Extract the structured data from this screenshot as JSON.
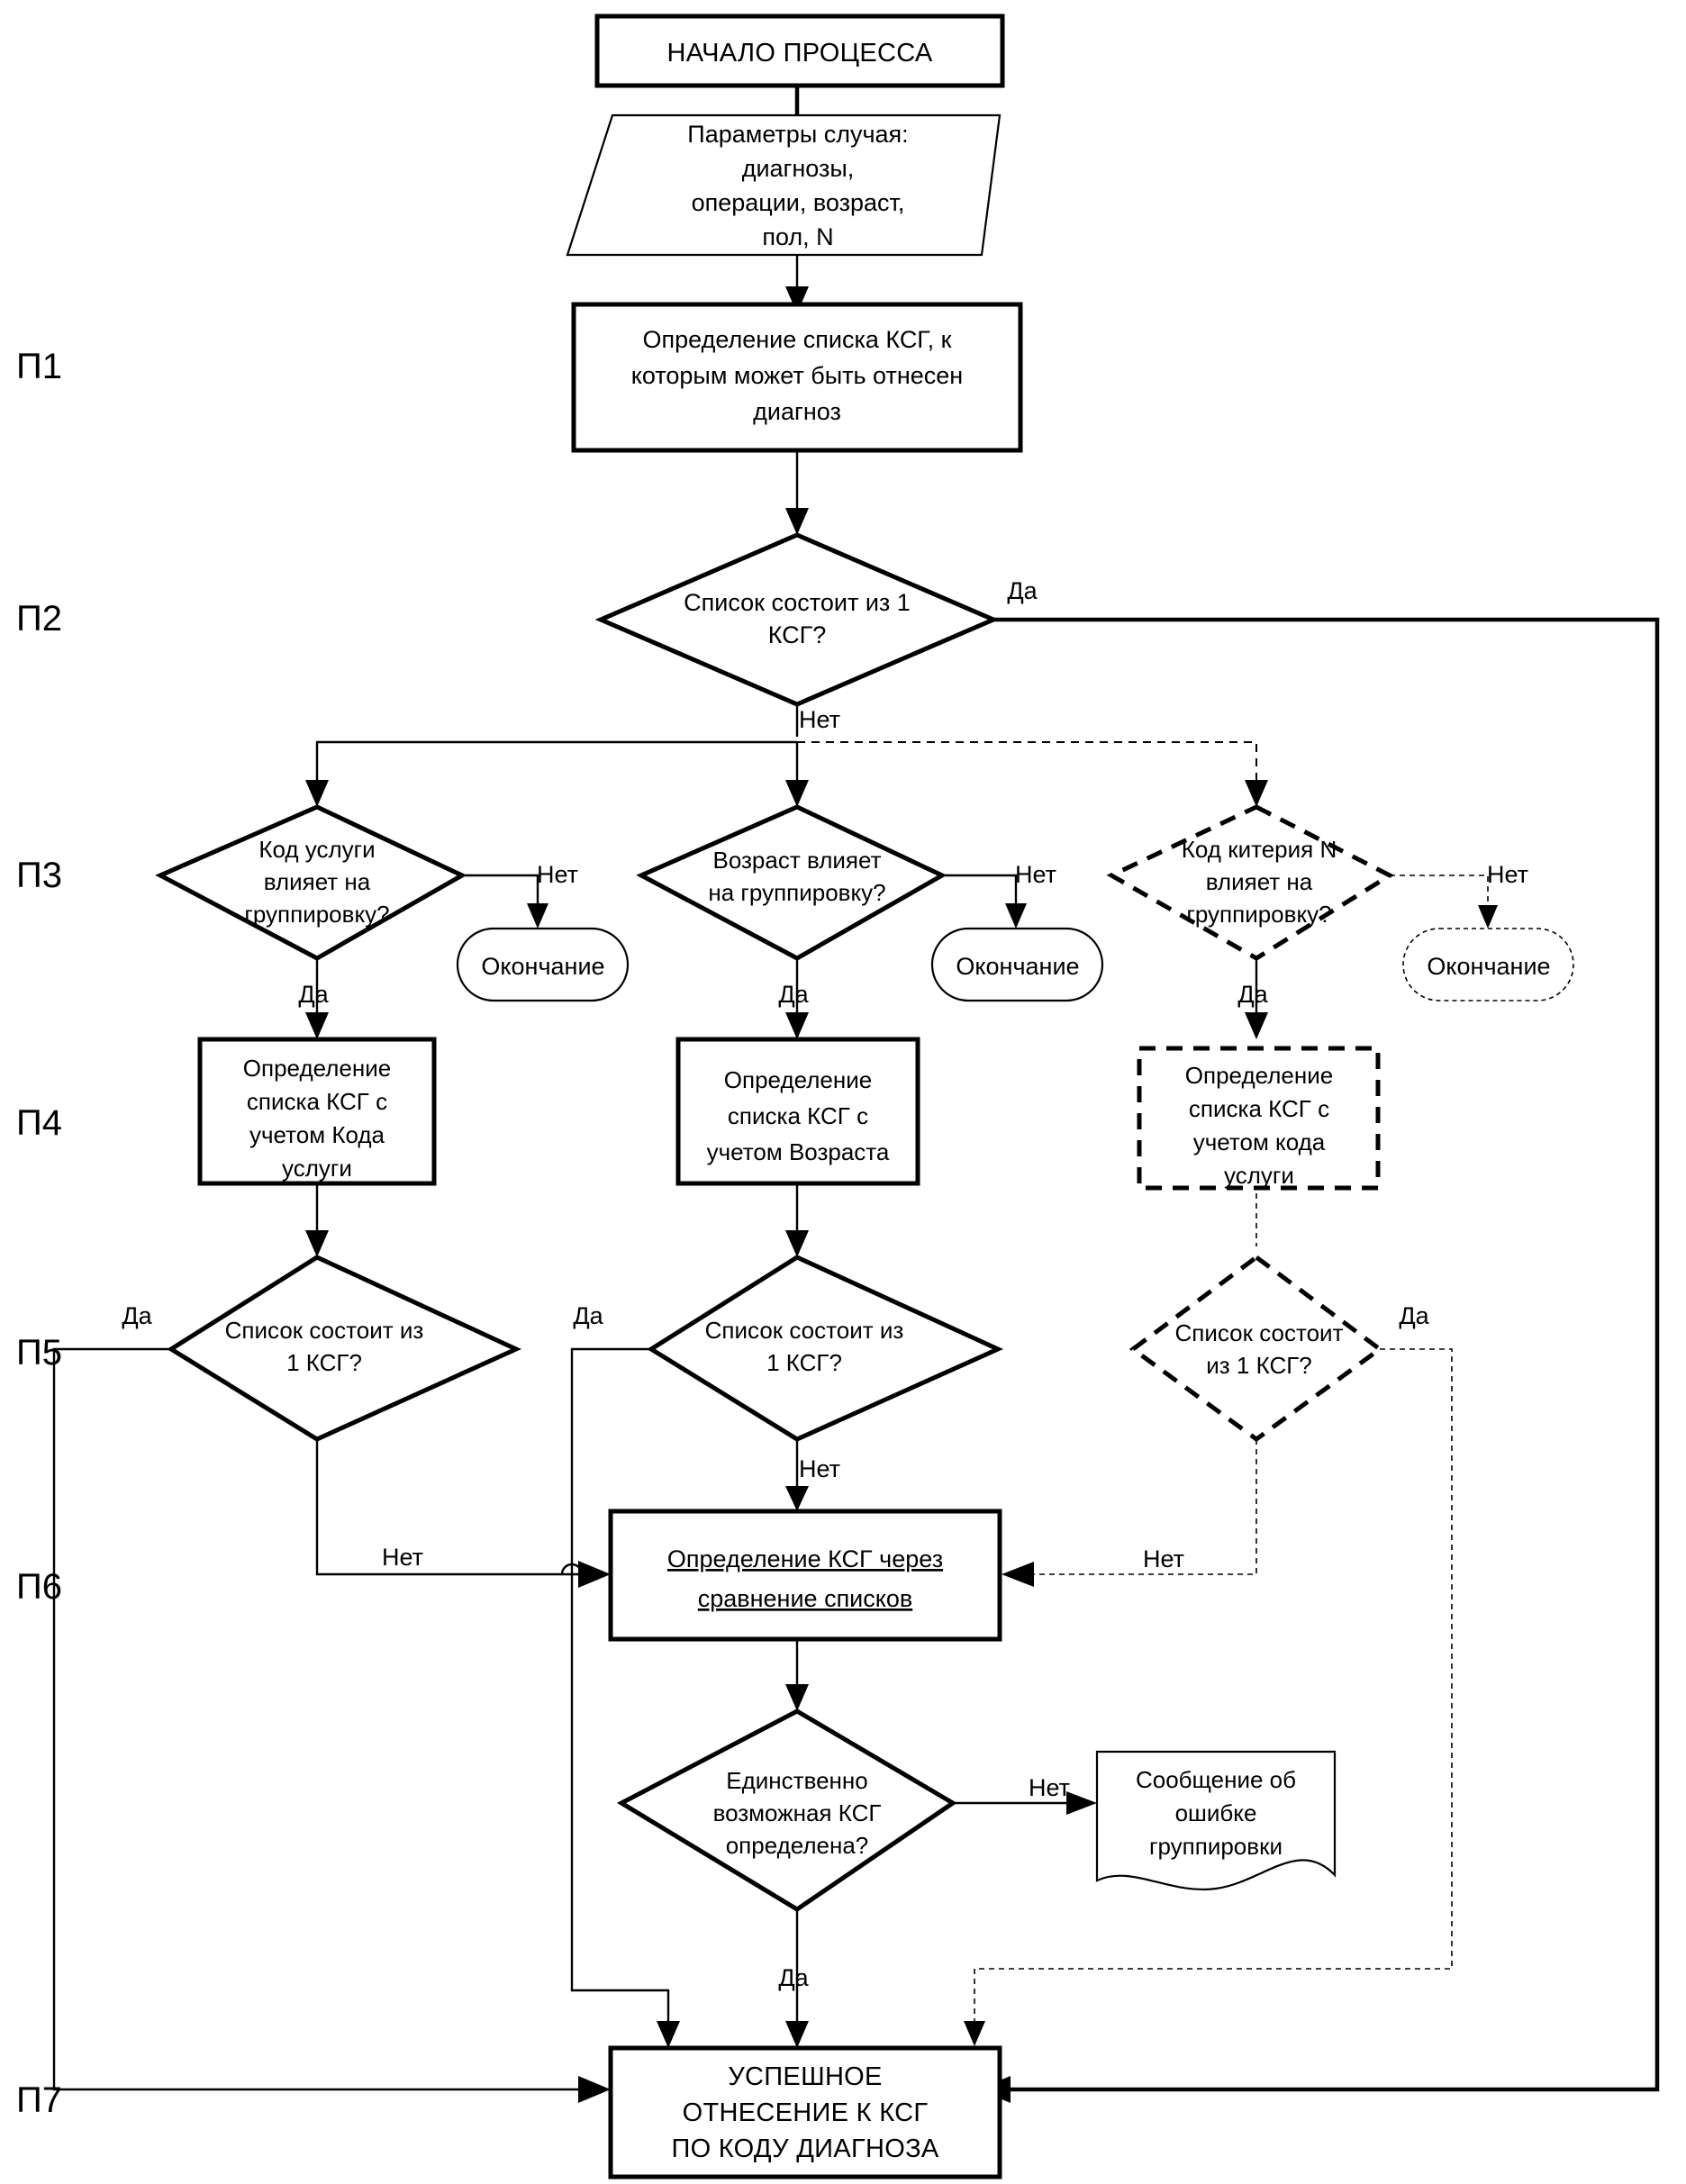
{
  "diagram": {
    "title": "Алгоритм отнесения случая к КСГ по коду диагноза",
    "language": "ru",
    "colors": {
      "stroke": "#000000",
      "fill": "#ffffff",
      "text": "#000000"
    }
  },
  "stage_labels": [
    {
      "id": "p1",
      "label": "П1"
    },
    {
      "id": "p2",
      "label": "П2"
    },
    {
      "id": "p3",
      "label": "П3"
    },
    {
      "id": "p4",
      "label": "П4"
    },
    {
      "id": "p5",
      "label": "П5"
    },
    {
      "id": "p6",
      "label": "П6"
    },
    {
      "id": "p7",
      "label": "П7"
    }
  ],
  "nodes": {
    "start": {
      "shape": "terminator",
      "text": "НАЧАЛО ПРОЦЕССА"
    },
    "input_params": {
      "shape": "parallelogram",
      "lines": [
        "Параметры случая:",
        "диагнозы,",
        "операции, возраст,",
        "пол, N"
      ]
    },
    "p1_process": {
      "shape": "process",
      "lines": [
        "Определение списка КСГ, к",
        "которым может быть отнесен",
        "диагноз"
      ]
    },
    "p2_decision": {
      "shape": "decision",
      "lines": [
        "Список состоит из 1",
        "КСГ?"
      ]
    },
    "p3_code": {
      "shape": "decision",
      "style": "solid",
      "lines": [
        "Код услуги",
        "влияет на",
        "группировку?"
      ]
    },
    "p3_age": {
      "shape": "decision",
      "style": "solid",
      "lines": [
        "Возраст влияет",
        "на группировку?"
      ]
    },
    "p3_criteria_n": {
      "shape": "decision",
      "style": "dashed",
      "lines": [
        "Код китерия N",
        "влияет на",
        "группировку?"
      ]
    },
    "end_code": {
      "shape": "rounded",
      "style": "solid",
      "text": "Окончание"
    },
    "end_age": {
      "shape": "rounded",
      "style": "solid",
      "text": "Окончание"
    },
    "end_criteria": {
      "shape": "rounded",
      "style": "dotted",
      "text": "Окончание"
    },
    "p4_code": {
      "shape": "process",
      "style": "solid",
      "lines": [
        "Определение",
        "списка КСГ с",
        "учетом Кода",
        "услуги"
      ]
    },
    "p4_age": {
      "shape": "process",
      "style": "solid",
      "lines": [
        "Определение",
        "списка КСГ с",
        "учетом Возраста"
      ]
    },
    "p4_criteria": {
      "shape": "process",
      "style": "dashed",
      "lines": [
        "Определение",
        "списка КСГ с",
        "учетом кода",
        "услуги"
      ]
    },
    "p5_code": {
      "shape": "decision",
      "style": "solid",
      "lines": [
        "Список состоит из",
        "1 КСГ?"
      ]
    },
    "p5_age": {
      "shape": "decision",
      "style": "solid",
      "lines": [
        "Список состоит из",
        "1 КСГ?"
      ]
    },
    "p5_criteria": {
      "shape": "decision",
      "style": "dashed",
      "lines": [
        "Список состоит",
        "из 1 КСГ?"
      ]
    },
    "p6_compare": {
      "shape": "process",
      "style": "solid",
      "lines": [
        "Определение КСГ через",
        "сравнение списков"
      ],
      "underlined": true
    },
    "p6_unique": {
      "shape": "decision",
      "style": "solid",
      "lines": [
        "Единственно",
        "возможная КСГ",
        "определена?"
      ]
    },
    "error_msg": {
      "shape": "document",
      "lines": [
        "Сообщение об",
        "ошибке",
        "группировки"
      ]
    },
    "p7_success": {
      "shape": "terminator",
      "lines": [
        "УСПЕШНОЕ",
        "ОТНЕСЕНИЕ К КСГ",
        "ПО КОДУ ДИАГНОЗА"
      ]
    }
  },
  "edge_labels": {
    "p2_yes": "Да",
    "p2_no": "Нет",
    "p3_code_no": "Нет",
    "p3_code_yes": "Да",
    "p3_age_no": "Нет",
    "p3_age_yes": "Да",
    "p3_crit_no": "Нет",
    "p3_crit_yes": "Да",
    "p5_code_yes": "Да",
    "p5_code_no": "Нет",
    "p5_age_yes": "Да",
    "p5_age_no": "Нет",
    "p5_crit_yes": "Да",
    "p5_crit_no": "Нет",
    "p6_unique_no": "Нет",
    "p6_unique_yes": "Да"
  }
}
